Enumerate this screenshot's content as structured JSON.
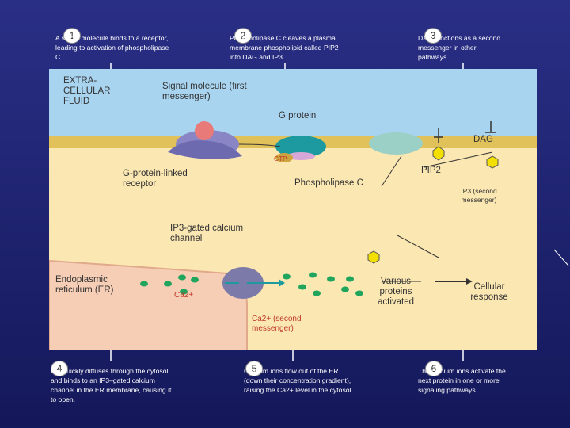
{
  "steps": [
    {
      "num": "1",
      "text": "A signal molecule binds to a receptor, leading to activation of phospholipase C."
    },
    {
      "num": "2",
      "text": "Phospholipase C cleaves a plasma membrane phospholipid called PIP2 into DAG and IP3."
    },
    {
      "num": "3",
      "text": "DAG functions as a second messenger in other pathways."
    },
    {
      "num": "4",
      "text": "IP3 quickly diffuses through the cytosol and binds to an IP3–gated calcium channel in the ER membrane, causing it to open."
    },
    {
      "num": "5",
      "text": "Calcium ions flow out of the ER (down their concentration gradient), raising the Ca2+ level in the cytosol."
    },
    {
      "num": "6",
      "text": "The calcium ions activate the next protein in one or more signaling pathways."
    }
  ],
  "labels": {
    "extracellular": "EXTRA-CELLULAR FLUID",
    "signal_molecule": "Signal molecule (first messenger)",
    "g_protein": "G protein",
    "dag": "DAG",
    "gtp": "GTP",
    "gpcr": "G-protein-linked receptor",
    "phospholipase": "Phospholipase C",
    "pip2": "PIP2",
    "ip3": "IP3 (second messenger)",
    "ip3_channel": "IP3-gated calcium channel",
    "er": "Endoplasmic reticulum (ER)",
    "ca_er": "Ca2+",
    "ca_second": "Ca2+ (second messenger)",
    "various": "Various proteins activated",
    "response": "Cellular response"
  },
  "colors": {
    "background": "#1a1f66",
    "fluid": "#a8d4f0",
    "cytosol": "#fbe7b2",
    "er": "#f6cdb5",
    "membrane": "#e0c15a"
  }
}
